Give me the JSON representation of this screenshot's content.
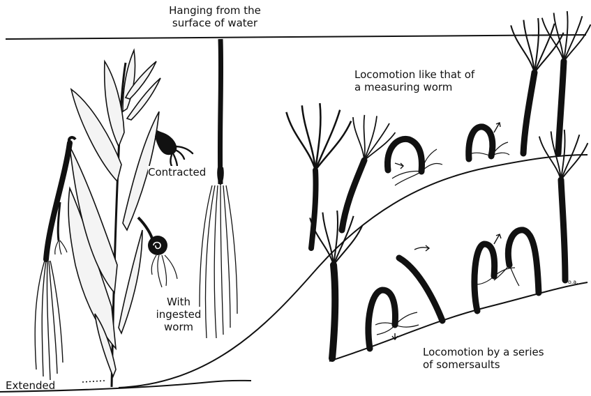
{
  "labels": {
    "hanging_line1": "Hanging from the",
    "hanging_line2": "surface of water",
    "contracted": "Contracted",
    "ingested_line1": "With",
    "ingested_line2": "ingested",
    "ingested_line3": "worm",
    "measuring_line1": "Locomotion like that of",
    "measuring_line2": "a measuring worm",
    "somersault_line1": "Locomotion by a series",
    "somersault_line2": "of somersaults",
    "extended": "Extended",
    "signature": "o.a."
  },
  "colors": {
    "ink": "#111111",
    "leaf_fill": "#f4f4f4",
    "background": "#ffffff"
  }
}
